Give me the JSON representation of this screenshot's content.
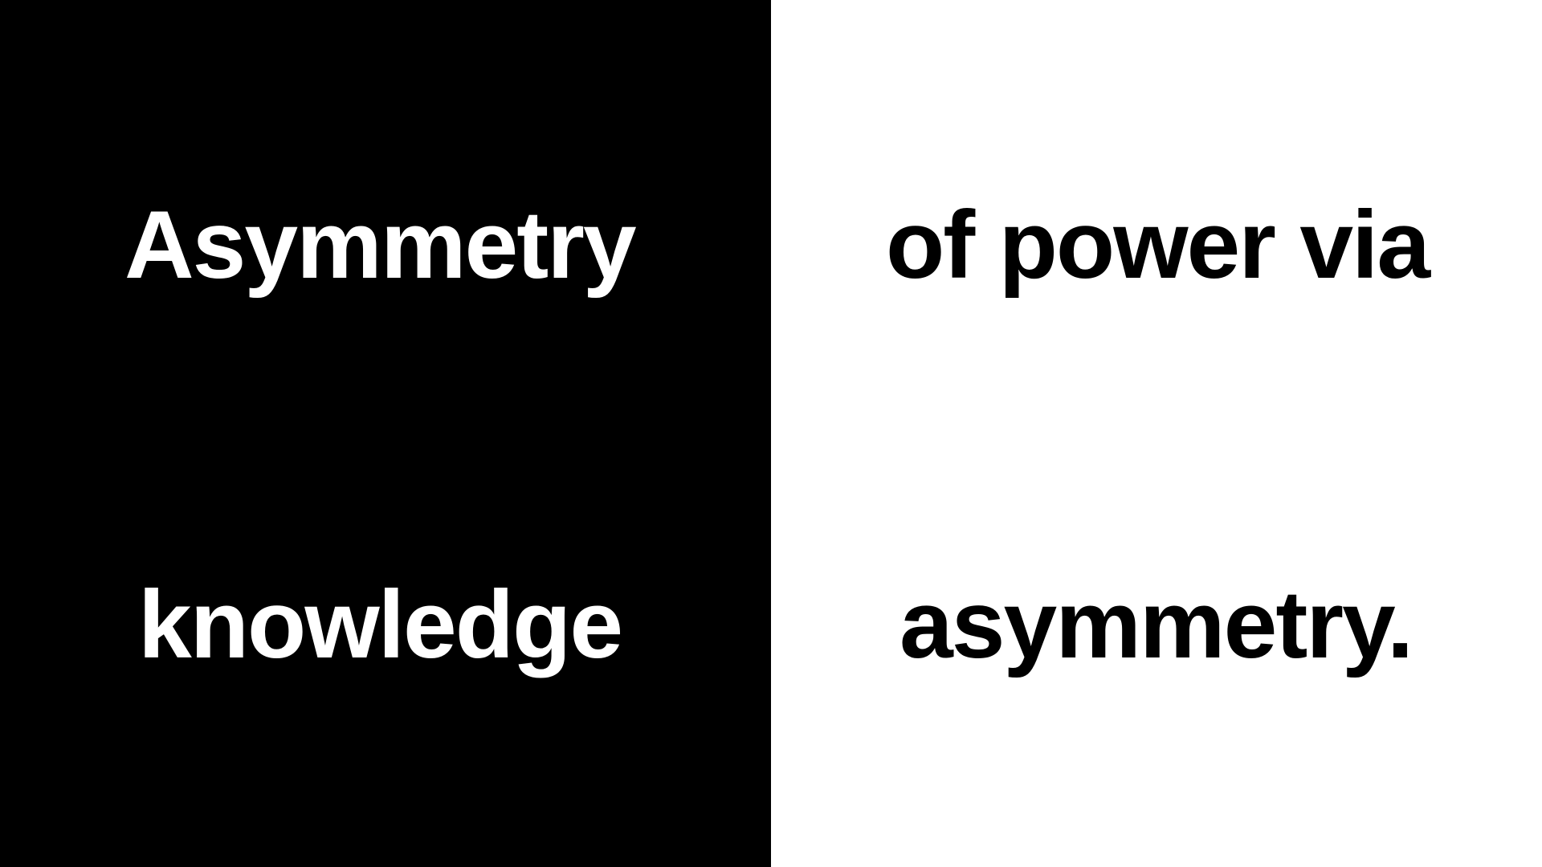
{
  "slide": {
    "colors": {
      "dark_panel": "#000000",
      "light_panel": "#ffffff",
      "text_on_dark": "#ffffff",
      "text_on_light": "#000000"
    },
    "words": {
      "top_left": "Asymmetry",
      "top_right": "of power via",
      "bottom_left": "knowledge",
      "bottom_right": "asymmetry."
    }
  }
}
